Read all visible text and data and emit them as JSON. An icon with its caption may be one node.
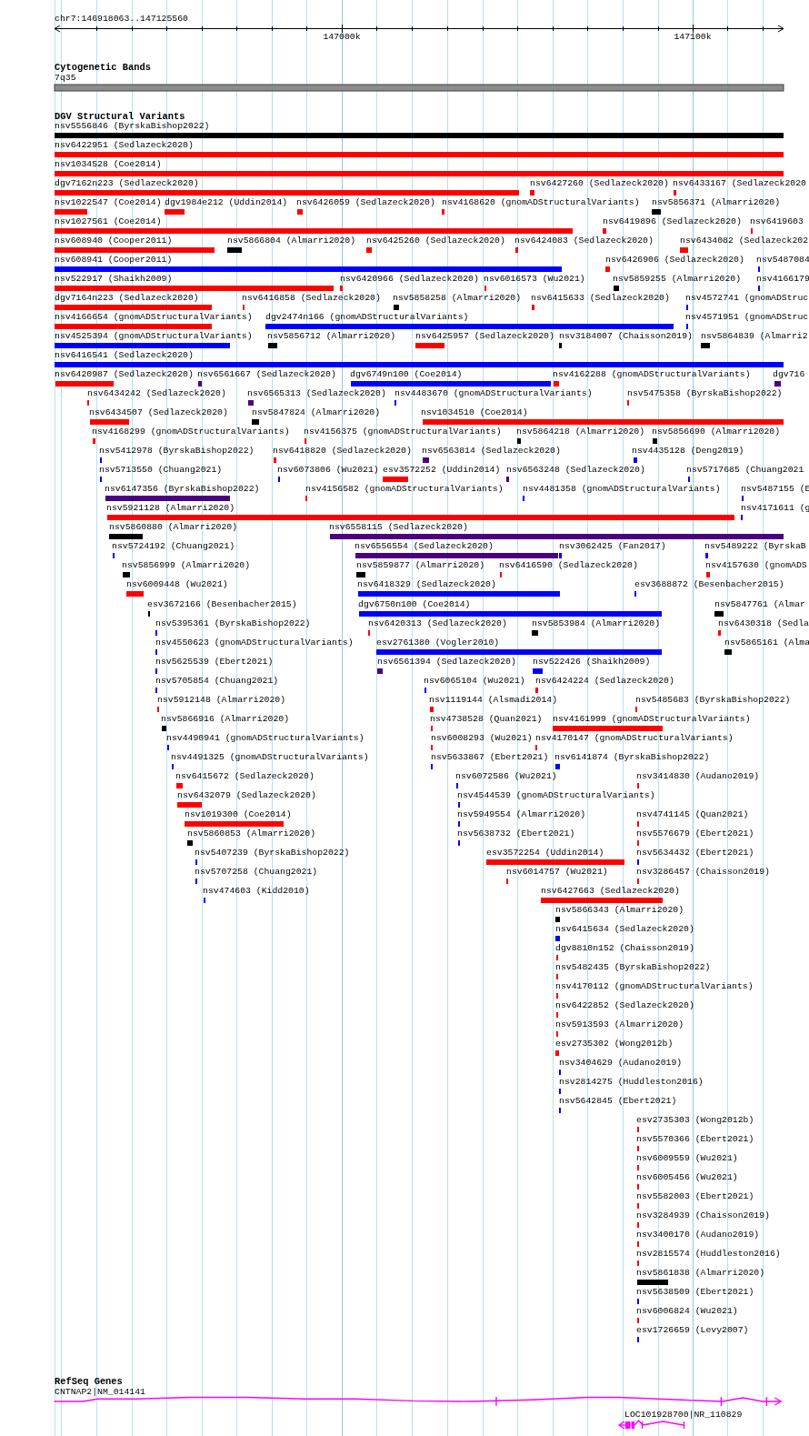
{
  "diagram": {
    "labels": [
      "chr7:146918063..147125560",
      "147000k",
      "147100k",
      "Cytogenetic Bands",
      "7q35",
      "DGV Structural Variants",
      "nsv5556846 (ByrskaBishop2022)",
      "nsv6422951 (Sedlazeck2020)",
      "nsv1034528 (Coe2014)",
      "dgv7162n223 (Sedlazeck2020)",
      "nsv6427260 (Sedlazeck2020)",
      "nsv6433167 (Sedlazeck2020",
      "nsv1022547 (Coe2014)",
      "dgv1984e212 (Uddin2014)",
      "nsv6426059 (Sedlazeck2020)",
      "nsv4168620 (gnomADStructuralVariants)",
      "nsv5856371 (Almarri2020)",
      "nsv1027561 (Coe2014)",
      "nsv6419896 (Sedlazeck2020)",
      "nsv6419603",
      "nsv608940 (Cooper2011)",
      "nsv5866804 (Almarri2020)",
      "nsv6425260 (Sedlazeck2020)",
      "nsv6424083 (Sedlazeck2020)",
      "nsv6434082 (Sedlazeck202",
      "nsv608941 (Cooper2011)",
      "nsv6426906 (Sedlazeck2020)",
      "nsv5487084",
      "nsv522917 (Shaikh2009)",
      "nsv6420966 (Sedlazeck2020)",
      "nsv6016573 (Wu2021)",
      "nsv5859255 (Almarri2020)",
      "nsv4166179",
      "dgv7164n223 (Sedlazeck2020)",
      "nsv6416858 (Sedlazeck2020)",
      "nsv5858258 (Almarri2020)",
      "nsv6415633 (Sedlazeck2020)",
      "nsv4572741 (gnomADStruc",
      "nsv4166654 (gnomADStructuralVariants)",
      "dgv2474n166 (gnomADStructuralVariants)",
      "nsv4571951 (gnomADStruc",
      "nsv4525394 (gnomADStructuralVariants)",
      "nsv5856712 (Almarri2020)",
      "nsv6425957 (Sedlazeck2020)",
      "nsv3184007 (Chaisson2019)",
      "nsv5864839 (Almarri2",
      "nsv6416541 (Sedlazeck2020)",
      "nsv6420987 (Sedlazeck2020)",
      "nsv6561667 (Sedlazeck2020)",
      "dgv6749n100 (Coe2014)",
      "nsv4162288 (gnomADStructuralVariants)",
      "dgv716",
      "nsv6434242 (Sedlazeck2020)",
      "nsv6565313 (Sedlazeck2020)",
      "nsv4483670 (gnomADStructuralVariants)",
      "nsv5475358 (ByrskaBishop2022)",
      "nsv6434507 (Sedlazeck2020)",
      "nsv5847824 (Almarri2020)",
      "nsv1034510 (Coe2014)",
      "nsv4168299 (gnomADStructuralVariants)",
      "nsv4156375 (gnomADStructuralVariants)",
      "nsv5864218 (Almarri2020)",
      "nsv5856690 (Almarri2020)",
      "nsv5412978 (ByrskaBishop2022)",
      "nsv6418820 (Sedlazeck2020)",
      "nsv6563814 (Sedlazeck2020)",
      "nsv4435128 (Deng2019)",
      "nsv5713550 (Chuang2021)",
      "nsv6073806 (Wu2021)",
      "esv3572252 (Uddin2014)",
      "nsv6563248 (Sedlazeck2020)",
      "nsv5717685 (Chuang2021",
      "nsv6147356 (ByrskaBishop2022)",
      "nsv4156582 (gnomADStructuralVariants)",
      "nsv4481358 (gnomADStructuralVariants)",
      "nsv5487155 (E",
      "nsv5921128 (Almarri2020)",
      "nsv4171611 (g",
      "nsv5860880 (Almarri2020)",
      "nsv6558115 (Sedlazeck2020)",
      "nsv5724192 (Chuang2021)",
      "nsv6556554 (Sedlazeck2020)",
      "nsv3062425 (Fan2017)",
      "nsv5489222 (ByrskaB",
      "nsv5856999 (Almarri2020)",
      "nsv5859877 (Almarri2020)",
      "nsv6416590 (Sedlazeck2020)",
      "nsv4157630 (gnomADS",
      "nsv6009448 (Wu2021)",
      "nsv6418329 (Sedlazeck2020)",
      "esv3688872 (Besenbacher2015)",
      "esv3672166 (Besenbacher2015)",
      "dgv6750n100 (Coe2014)",
      "nsv5847761 (Almar",
      "nsv5395361 (ByrskaBishop2022)",
      "nsv6420313 (Sedlazeck2020)",
      "nsv5853984 (Almarri2020)",
      "nsv6430318 (Sedla",
      "nsv4550623 (gnomADStructuralVariants)",
      "esv2761380 (Vogler2010)",
      "nsv5865161 (Alma",
      "nsv5625539 (Ebert2021)",
      "nsv6561394 (Sedlazeck2020)",
      "nsv522426 (Shaikh2009)",
      "nsv5705854 (Chuang2021)",
      "nsv6065104 (Wu2021)",
      "nsv6424224 (Sedlazeck2020)",
      "nsv5912148 (Almarri2020)",
      "nsv1119144 (Alsmadi2014)",
      "nsv5485683 (ByrskaBishop2022)",
      "nsv5866916 (Almarri2020)",
      "nsv4738528 (Quan2021)",
      "nsv4161999 (gnomADStructuralVariants)",
      "nsv4490941 (gnomADStructuralVariants)",
      "nsv6008293 (Wu2021)",
      "nsv4170147 (gnomADStructuralVariants)",
      "nsv4491325 (gnomADStructuralVariants)",
      "nsv5633867 (Ebert2021)",
      "nsv6141874 (ByrskaBishop2022)",
      "nsv6415672 (Sedlazeck2020)",
      "nsv6072586 (Wu2021)",
      "nsv3414830 (Audano2019)",
      "nsv6432079 (Sedlazeck2020)",
      "nsv4544539 (gnomADStructuralVariants)",
      "nsv1019300 (Coe2014)",
      "nsv5949554 (Almarri2020)",
      "nsv4741145 (Quan2021)",
      "nsv5860853 (Almarri2020)",
      "nsv5638732 (Ebert2021)",
      "nsv5576679 (Ebert2021)",
      "nsv5407239 (ByrskaBishop2022)",
      "esv3572254 (Uddin2014)",
      "nsv5634432 (Ebert2021)",
      "nsv5707258 (Chuang2021)",
      "nsv6014757 (Wu2021)",
      "nsv3286457 (Chaisson2019)",
      "nsv474603 (Kidd2010)",
      "nsv6427663 (Sedlazeck2020)",
      "nsv5866343 (Almarri2020)",
      "nsv6415634 (Sedlazeck2020)",
      "dgv8810n152 (Chaisson2019)",
      "nsv5482435 (ByrskaBishop2022)",
      "nsv4170112 (gnomADStructuralVariants)",
      "nsv6422852 (Sedlazeck2020)",
      "nsv5913593 (Almarri2020)",
      "esv2735302 (Wong2012b)",
      "nsv3404629 (Audano2019)",
      "nsv2814275 (Huddleston2016)",
      "nsv5642845 (Ebert2021)",
      "esv2735303 (Wong2012b)",
      "nsv5570366 (Ebert2021)",
      "nsv6009559 (Wu2021)",
      "nsv6005456 (Wu2021)",
      "nsv5582003 (Ebert2021)",
      "nsv3284939 (Chaisson2019)",
      "nsv3400170 (Audano2019)",
      "nsv2815574 (Huddleston2016)",
      "nsv5861838 (Almarri2020)",
      "nsv5638509 (Ebert2021)",
      "nsv6006824 (Wu2021)",
      "esv1726659 (Levy2007)",
      "RefSeq Genes",
      "CNTNAP2|NM_014141",
      "LOC101928700|NR_110829"
    ]
  }
}
